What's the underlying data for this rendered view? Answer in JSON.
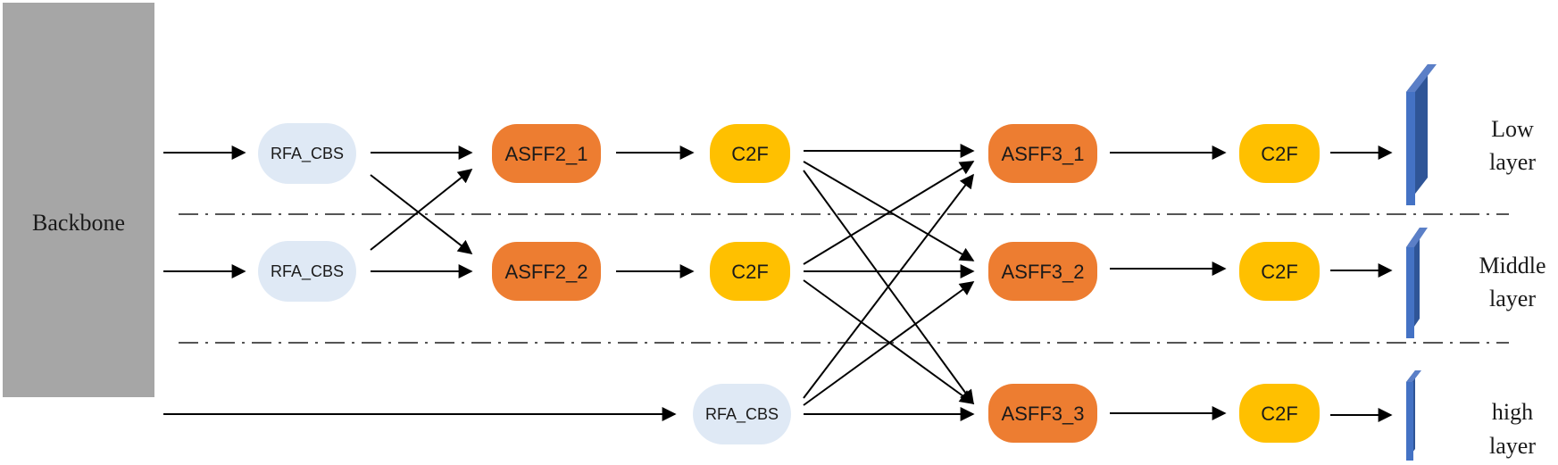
{
  "backbone": {
    "label": "Backbone",
    "color": "#a6a6a6"
  },
  "colors": {
    "rfa_cbs": "#dfe9f5",
    "asff": "#ed7d31",
    "c2f": "#ffc000",
    "output_front": "#4472c4",
    "output_side": "#2f5597",
    "arrow": "#000000",
    "separator": "#555555"
  },
  "rows": [
    {
      "rfa_label": "RFA_CBS",
      "asff2_label": "ASFF2_1",
      "c2f_first_label": "C2F",
      "asff3_label": "ASFF3_1",
      "c2f_second_label": "C2F",
      "layer_label_line1": "Low",
      "layer_label_line2": "layer"
    },
    {
      "rfa_label": "RFA_CBS",
      "asff2_label": "ASFF2_2",
      "c2f_first_label": "C2F",
      "asff3_label": "ASFF3_2",
      "c2f_second_label": "C2F",
      "layer_label_line1": "Middle",
      "layer_label_line2": "layer"
    },
    {
      "rfa_label": "RFA_CBS",
      "asff3_label": "ASFF3_3",
      "c2f_second_label": "C2F",
      "layer_label_line1": "high",
      "layer_label_line2": "layer"
    }
  ]
}
